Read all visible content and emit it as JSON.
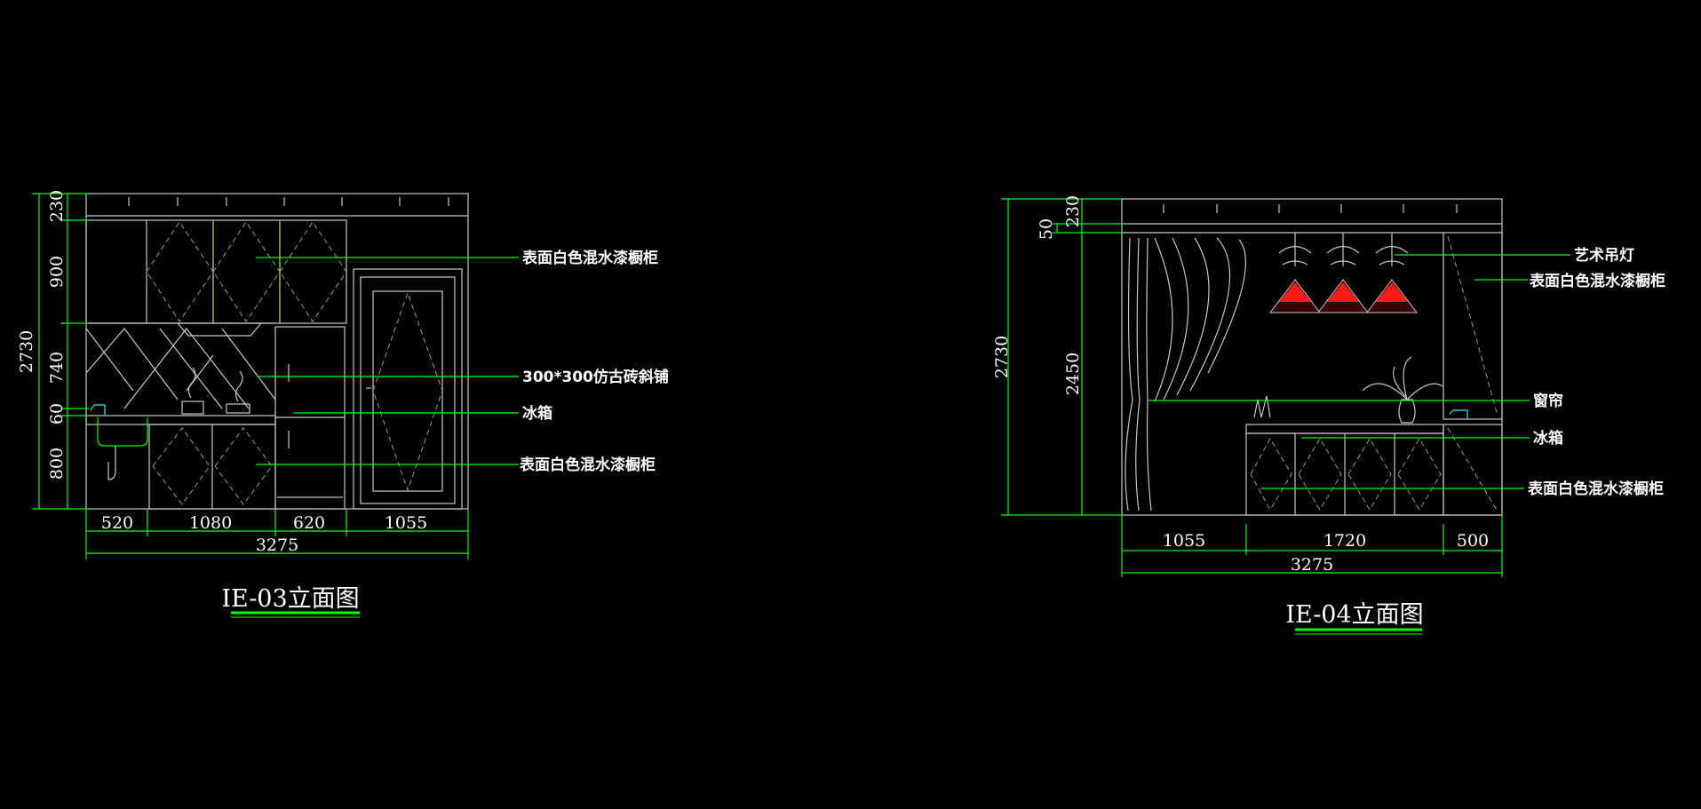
{
  "views": [
    {
      "id": "ie03",
      "title": "IE-03立面图",
      "height_dims": [
        "230",
        "900",
        "740",
        "60",
        "800"
      ],
      "total_height": "2730",
      "width_dims": [
        "520",
        "1080",
        "620",
        "1055"
      ],
      "total_width": "3275",
      "notes": [
        "表面白色混水漆橱柜",
        "300*300仿古砖斜铺",
        "冰箱",
        "表面白色混水漆橱柜"
      ]
    },
    {
      "id": "ie04",
      "title": "IE-04立面图",
      "height_dims": [
        "50",
        "230",
        "2450"
      ],
      "total_height": "2730",
      "width_dims": [
        "1055",
        "1720",
        "500"
      ],
      "total_width": "3275",
      "notes": [
        "艺术吊灯",
        "表面白色混水漆橱柜",
        "窗帘",
        "冰箱",
        "表面白色混水漆橱柜"
      ]
    }
  ],
  "colors": {
    "background": "#000000",
    "dimension_line": "#00ff00",
    "drawing_line": "#c8c8c8",
    "text": "#ffffff",
    "lamp": "#ff2020",
    "faucet": "#26c6da"
  }
}
